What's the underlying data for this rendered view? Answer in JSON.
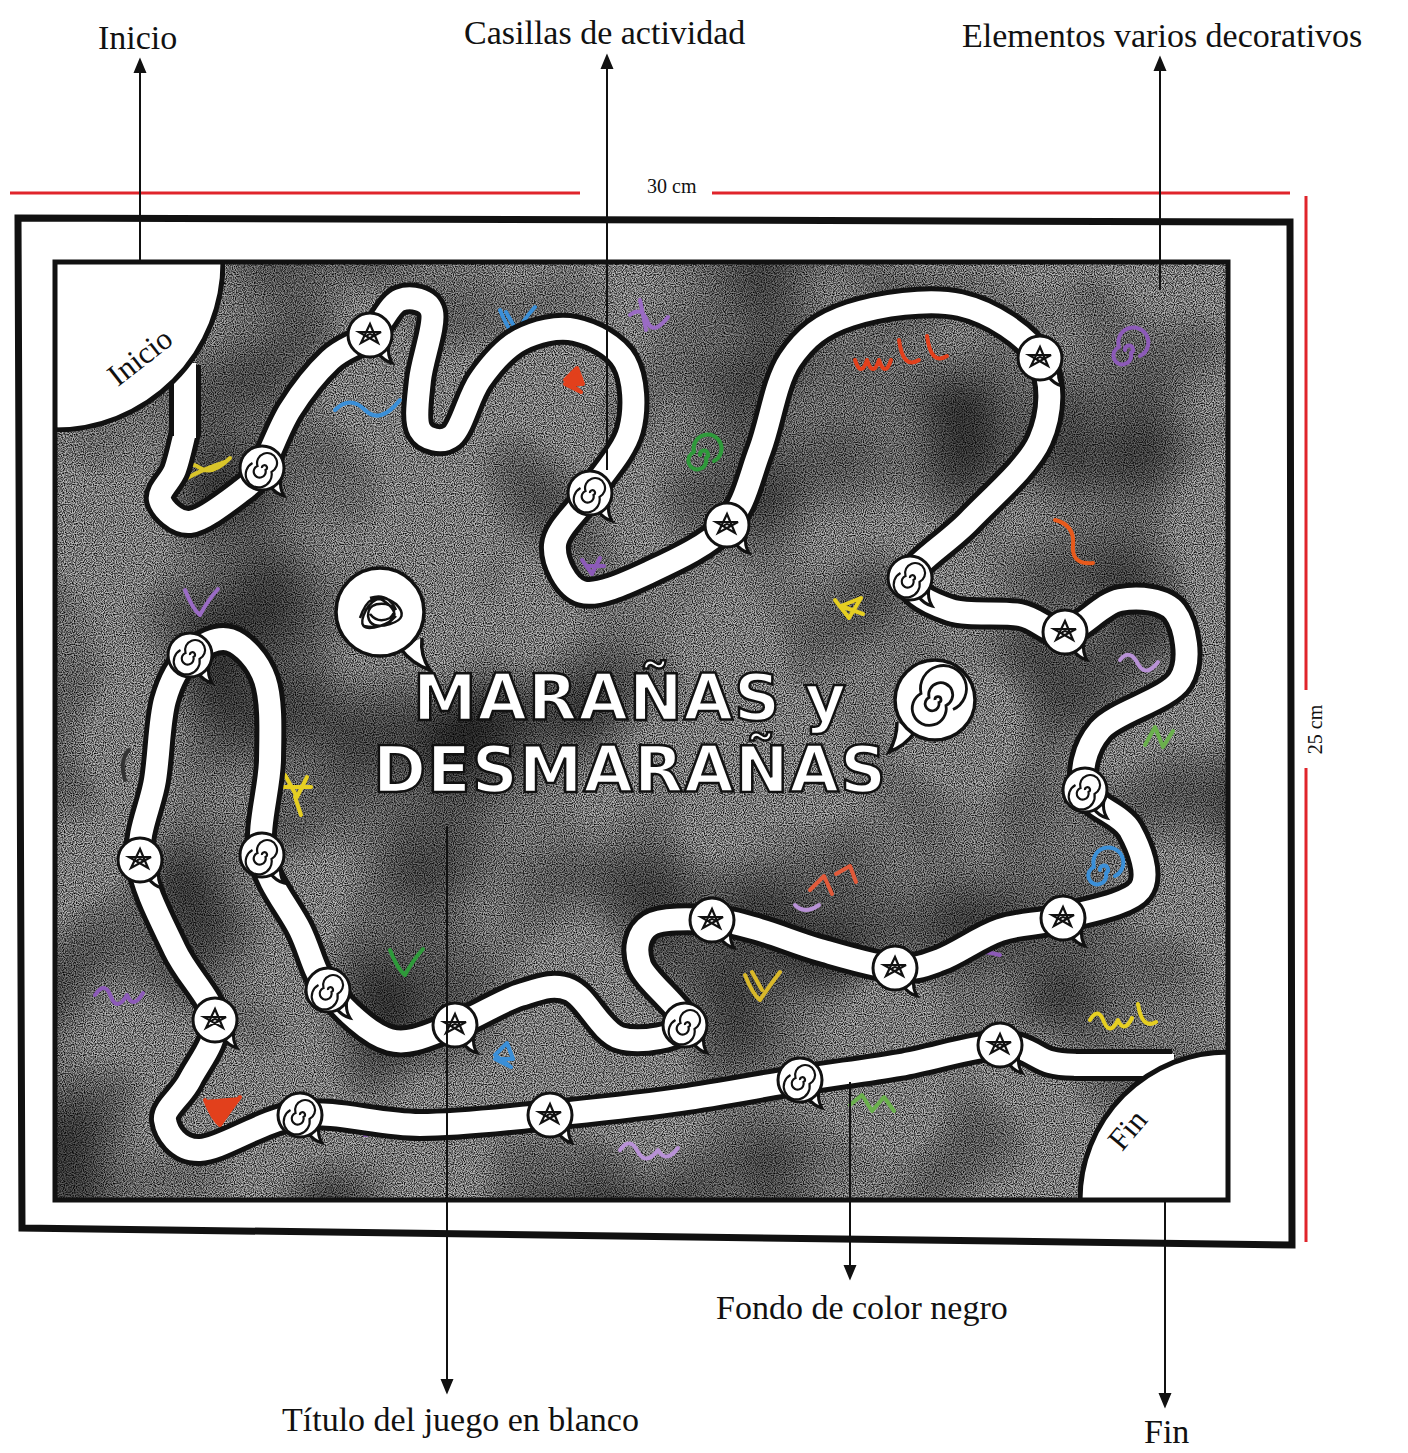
{
  "diagram": {
    "nodes": [
      {
        "text": [
          "MARAÑAS y DESMARAÑAS"
        ]
      },
      {
        "text": [
          "Inicio"
        ],
        "in": 0
      },
      {
        "text": [
          "Fin"
        ],
        "in": 0
      }
    ],
    "edges": [
      {
        "from": 1,
        "to": 2,
        "arrow": "none"
      }
    ],
    "labels": [
      "Inicio",
      "Casillas de actividad",
      "Elementos varios decorativos",
      "30 cm",
      "25 cm",
      "Fondo de color negro",
      "Título del juego en blanco",
      "Fin"
    ]
  }
}
